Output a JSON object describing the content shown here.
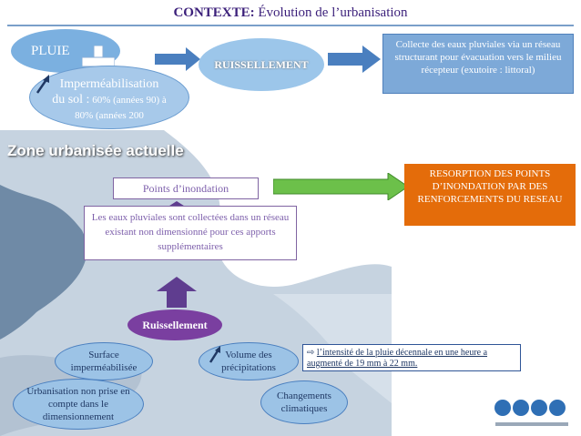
{
  "title": {
    "bold": "CONTEXTE:",
    "rest": " Évolution de l’urbanisation"
  },
  "top": {
    "pluie": "PLUIE",
    "imper_line1": "Imperméabilisation",
    "imper_line2a": "du sol :",
    "imper_line2b": " 60% (années 90) à",
    "imper_line3": "80% (années 200",
    "ruissellement": "RUISSELLEMENT",
    "collecte": "Collecte des eaux pluviales via un réseau structurant pour évacuation vers le milieu récepteur (exutoire : littoral)"
  },
  "zone": {
    "title": "Zone urbanisée actuelle",
    "points": "Points d’inondation",
    "resorption": "RESORPTION DES POINTS D’INONDATION PAR DES RENFORCEMENTS DU RESEAU",
    "eaux": "Les eaux pluviales sont collectées dans un réseau existant non dimensionné pour ces apports supplémentaires",
    "ruissellement": "Ruissellement",
    "surface": "Surface imperméabilisée",
    "urbanisation": "Urbanisation non prise en compte dans le dimensionnement",
    "volume": "Volume des précipitations",
    "changements": "Changements climatiques",
    "intensite_arrow": "⇨ ",
    "intensite": "l’intensité de la pluie décennale en une heure a augmenté de 19 mm à 22 mm."
  },
  "colors": {
    "accent": "#3b1f7a",
    "orange": "#e46c0a",
    "green": "#4ea72e",
    "purple": "#7a3fa0"
  }
}
